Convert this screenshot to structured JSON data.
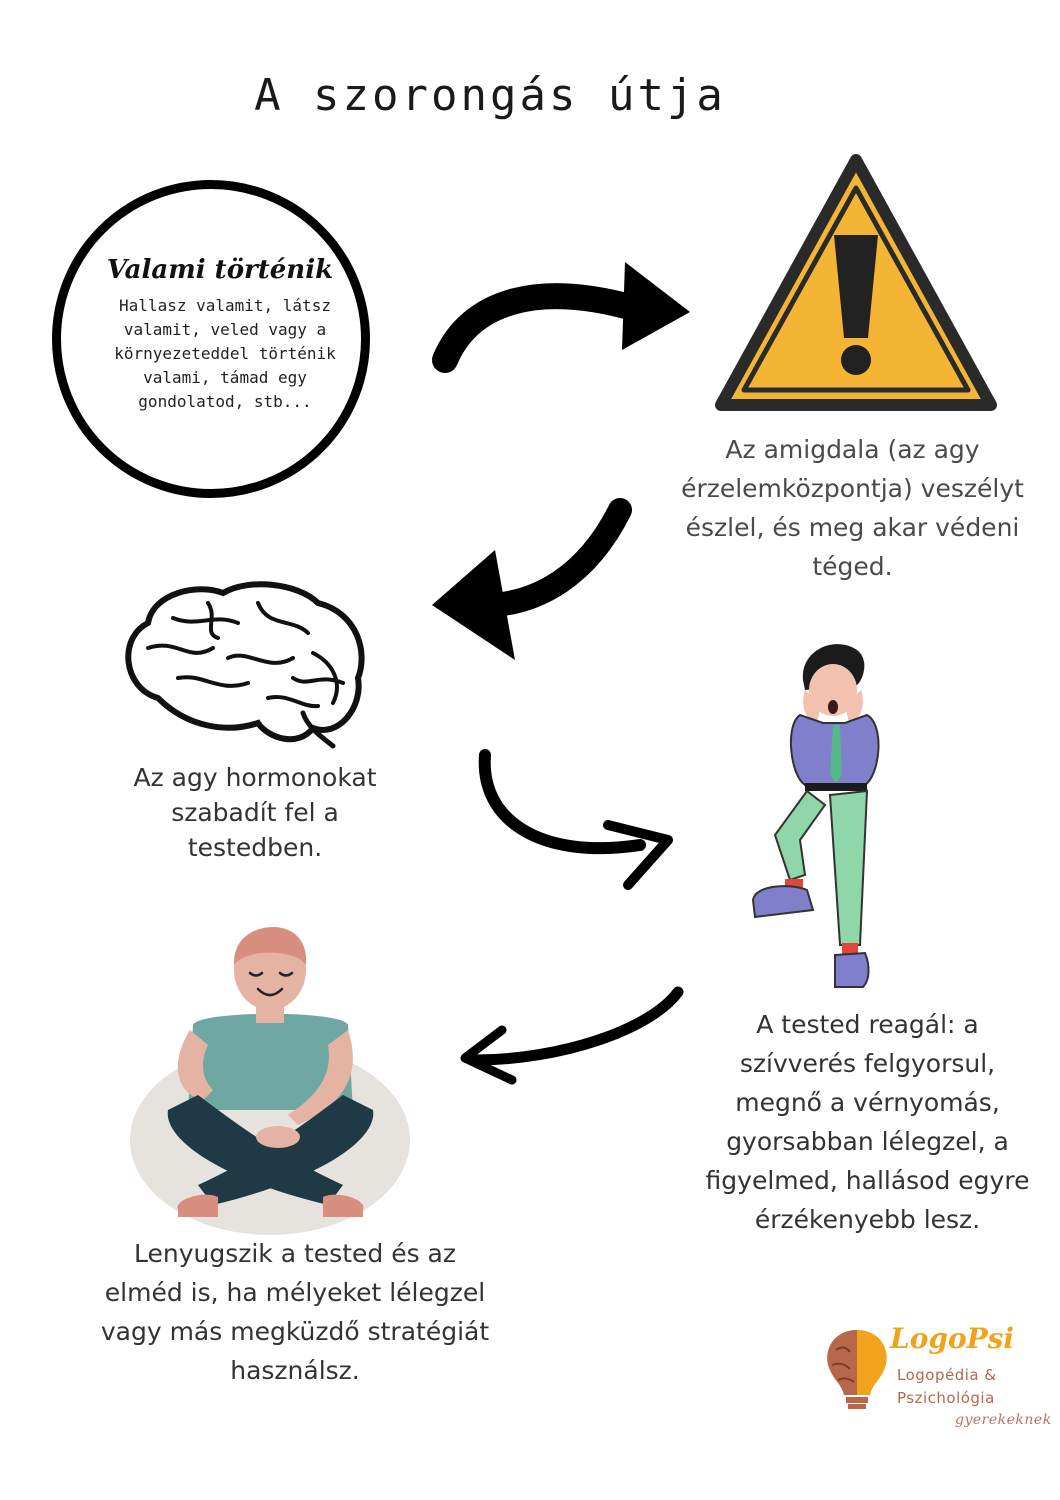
{
  "title": "A szorongás útja",
  "step1": {
    "heading": "Valami történik",
    "body": "Hallasz valamit, látsz valamit, veled vagy a környezeteddel történik valami, támad egy gondolatod, stb..."
  },
  "step2": {
    "caption": "Az amigdala (az agy érzelemközpontja) veszélyt észlel, és meg akar védeni téged."
  },
  "step3": {
    "caption": "Az agy hormonokat szabadít fel a testedben."
  },
  "step4": {
    "caption": "A tested reagál: a szívverés felgyorsul, megnő a vérnyomás, gyorsabban lélegzel, a figyelmed, hallásod egyre érzékenyebb lesz."
  },
  "step5": {
    "caption": "Lenyugszik a tested és az elméd is, ha mélyeket lélegzel vagy más megküzdő stratégiát használsz."
  },
  "logo": {
    "name": "LogoPsi",
    "line1": "Logopédia &",
    "line2": "Pszichológia",
    "line3": "gyerekeknek"
  },
  "colors": {
    "warning_fill": "#f5b534",
    "warning_stroke": "#2a2a2a",
    "shirt_teal": "#6fa7a3",
    "skin": "#e5b3a4",
    "pants_dark": "#1f3a45",
    "cushion": "#e6e3df",
    "panic_shirt": "#7f7fcc",
    "panic_pants": "#8fd6a8",
    "logo_orange": "#f0a31b",
    "logo_brown": "#b8674a"
  }
}
